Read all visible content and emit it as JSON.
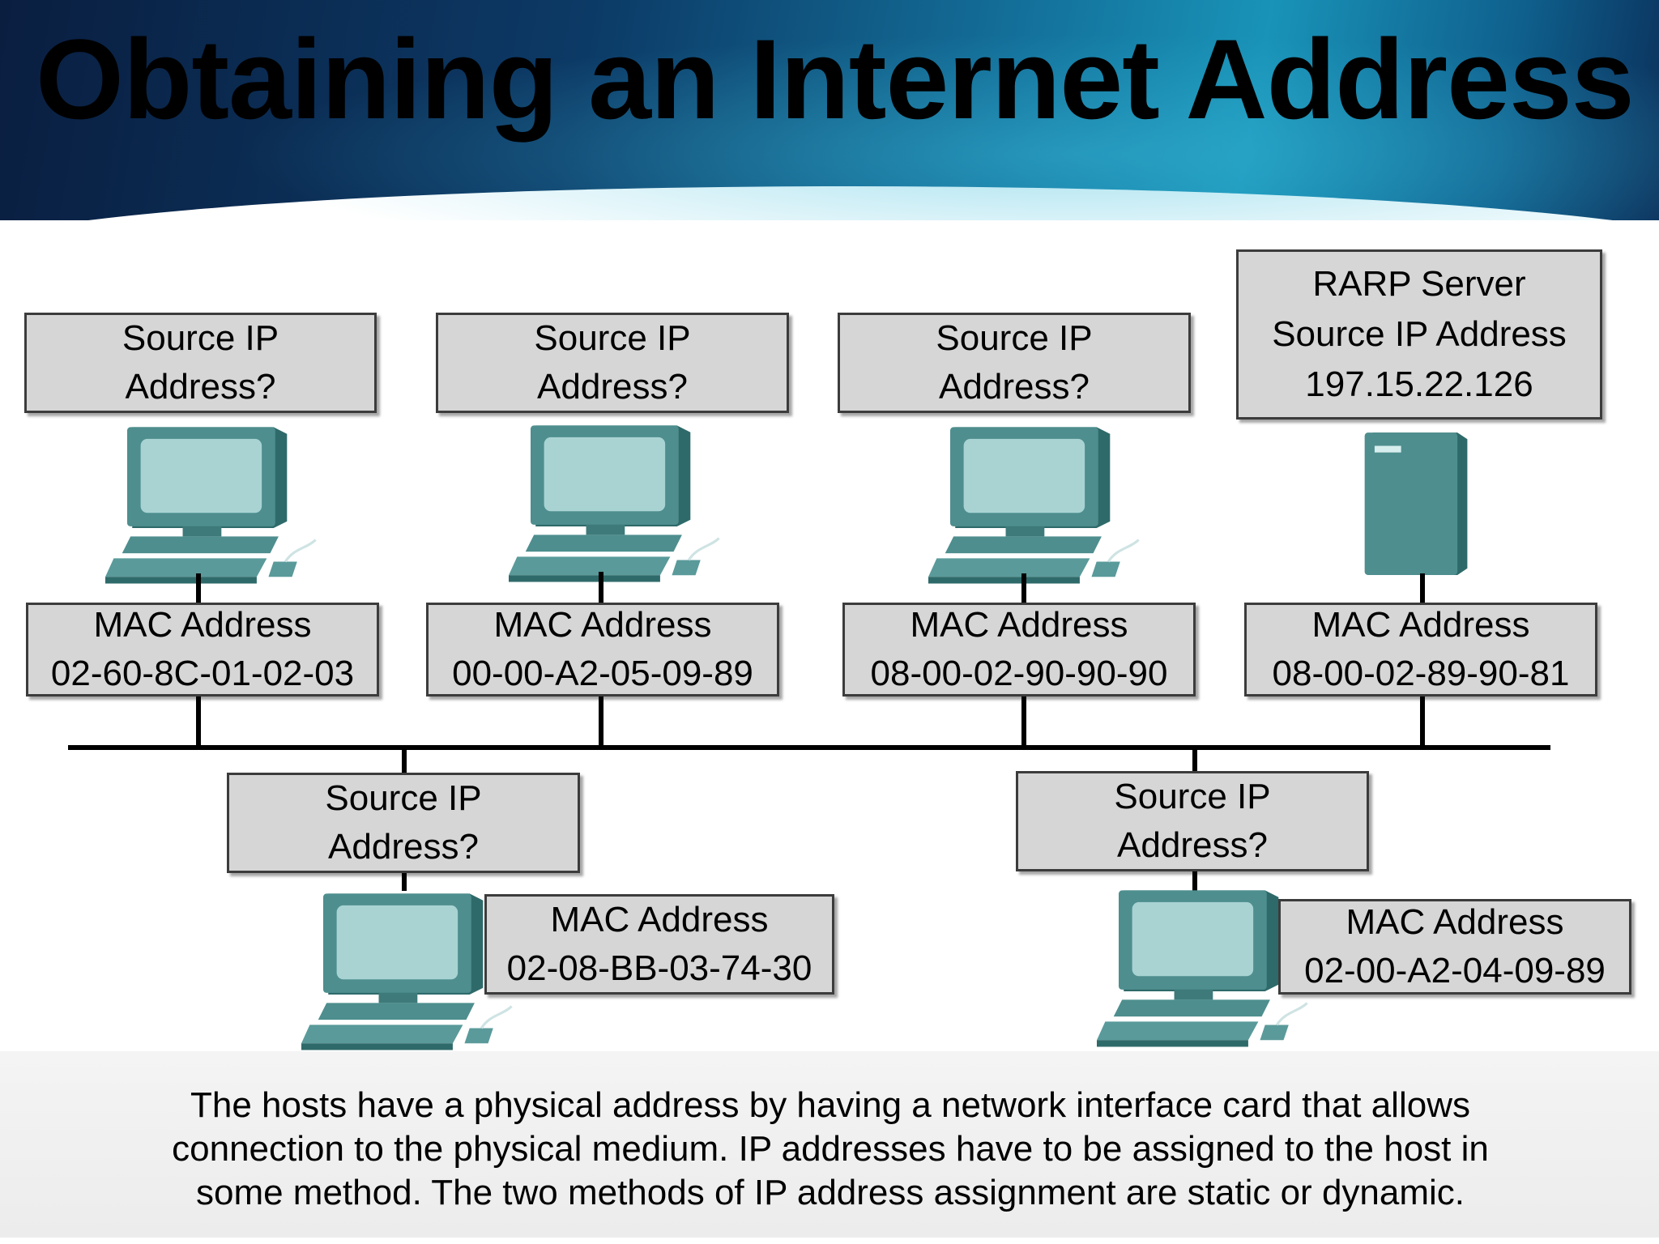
{
  "title": "Obtaining an Internet Address",
  "hosts": [
    {
      "ip_line1": "Source IP",
      "ip_line2": "Address?",
      "mac_label": "MAC Address",
      "mac": "02-60-8C-01-02-03"
    },
    {
      "ip_line1": "Source IP",
      "ip_line2": "Address?",
      "mac_label": "MAC Address",
      "mac": "00-00-A2-05-09-89"
    },
    {
      "ip_line1": "Source IP",
      "ip_line2": "Address?",
      "mac_label": "MAC Address",
      "mac": "08-00-02-90-90-90"
    },
    {
      "ip_line1": "Source IP",
      "ip_line2": "Address?",
      "mac_label": "MAC Address",
      "mac": "02-08-BB-03-74-30"
    },
    {
      "ip_line1": "Source IP",
      "ip_line2": "Address?",
      "mac_label": "MAC Address",
      "mac": "02-00-A2-04-09-89"
    }
  ],
  "server": {
    "line1": "RARP Server",
    "line2": "Source IP Address",
    "ip": "197.15.22.126",
    "mac_label": "MAC Address",
    "mac": "08-00-02-89-90-81"
  },
  "caption": {
    "line1": "The hosts have a physical address by having a network interface card that allows",
    "line2": "connection to the physical medium. IP addresses have to be assigned to the host in",
    "line3": "some method.  The two methods of IP address assignment are static or dynamic."
  },
  "colors": {
    "device_body": "#4e8e8e",
    "device_screen": "#a9d3d3",
    "box_fill": "#d6d6d6",
    "header_accent": "#136f99"
  }
}
